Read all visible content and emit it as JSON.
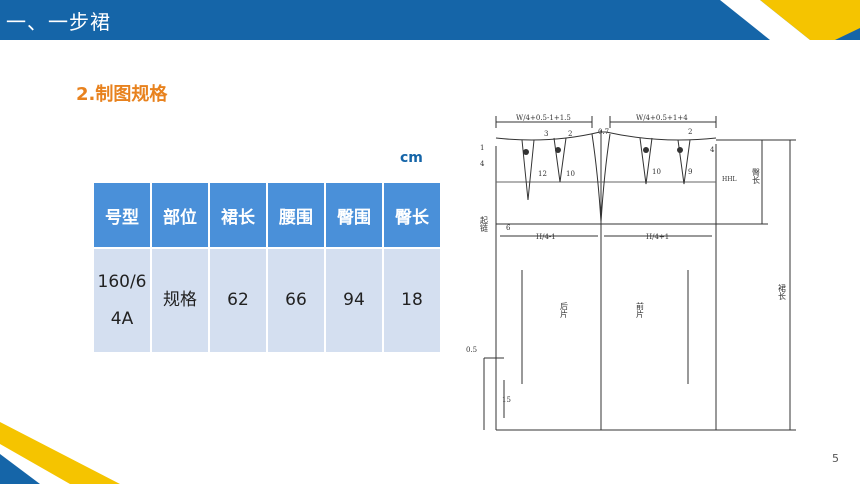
{
  "header": {
    "title": "一、一步裙"
  },
  "section": {
    "heading": "2.制图规格"
  },
  "table": {
    "unit": "cm",
    "headers": [
      "号型",
      "部位",
      "裙长",
      "腰围",
      "臀围",
      "臀长"
    ],
    "row": [
      "160/64A",
      "规格",
      "62",
      "66",
      "94",
      "18"
    ]
  },
  "diagram": {
    "top_left_formula": "W/4+0.5-1+1.5",
    "top_right_formula": "W/4+0.5+1+4",
    "top_gap": "0.7",
    "left_hip_formula": "H/4-1",
    "right_hip_formula": "H/4+1",
    "back_panel": "后片",
    "front_panel": "前片",
    "left_side_label": "起链",
    "hip_line_label": "HHL",
    "hip_depth_label": "臀长",
    "skirt_length_label": "裙长",
    "dart_marks": [
      "3",
      "2",
      "12",
      "10",
      "2",
      "10",
      "9"
    ],
    "slit_marks": [
      "0.5",
      "15"
    ],
    "edge_marks": [
      "1",
      "4",
      "4",
      "6"
    ]
  },
  "page": {
    "number": "5"
  }
}
